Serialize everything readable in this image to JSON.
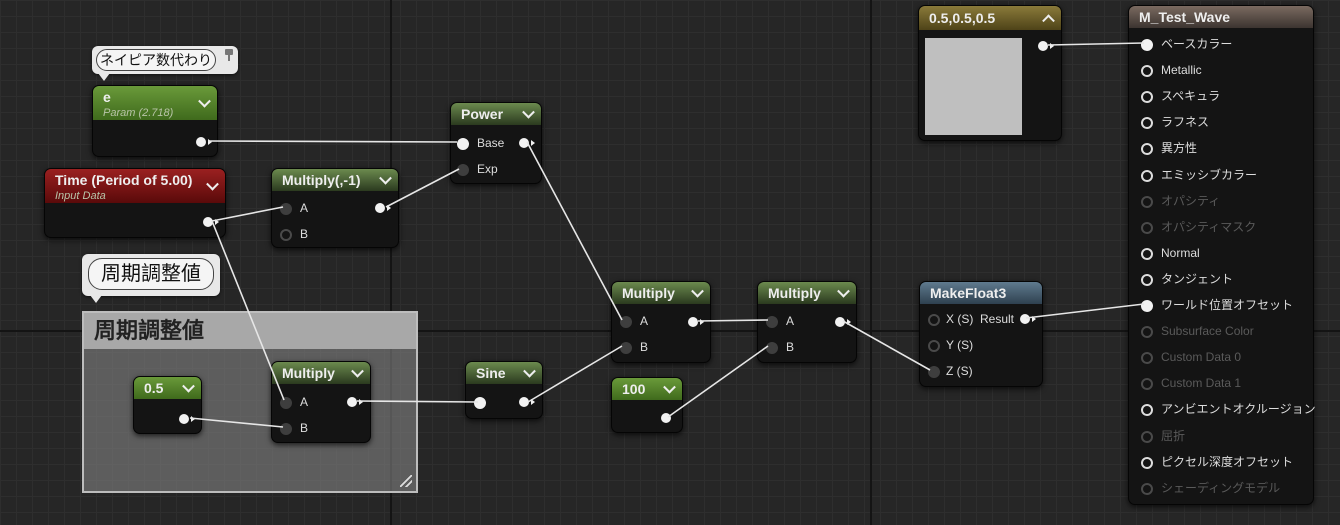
{
  "comments": {
    "napier_bubble": "ネイピア数代わり",
    "period_bubble": "周期調整値",
    "period_box_title": "周期調整値"
  },
  "nodes": {
    "e": {
      "title": "e",
      "subtitle": "Param (2.718)"
    },
    "time": {
      "title": "Time (Period of 5.00)",
      "subtitle": "Input Data"
    },
    "multiply_neg": {
      "title": "Multiply(,-1)",
      "pin_a": "A",
      "pin_b": "B"
    },
    "power": {
      "title": "Power",
      "pin_base": "Base",
      "pin_exp": "Exp"
    },
    "const_half": {
      "title": "0.5"
    },
    "multiply_period": {
      "title": "Multiply",
      "pin_a": "A",
      "pin_b": "B"
    },
    "sine": {
      "title": "Sine"
    },
    "multiply_1": {
      "title": "Multiply",
      "pin_a": "A",
      "pin_b": "B"
    },
    "const_100": {
      "title": "100"
    },
    "multiply_2": {
      "title": "Multiply",
      "pin_a": "A",
      "pin_b": "B"
    },
    "makefloat3": {
      "title": "MakeFloat3",
      "pin_x": "X (S)",
      "pin_y": "Y (S)",
      "pin_z": "Z (S)",
      "out_label": "Result"
    },
    "vector_const": {
      "title": "0.5,0.5,0.5",
      "swatch_color": "#bfbfbf"
    },
    "material": {
      "title": "M_Test_Wave",
      "pins": [
        {
          "label": "ベースカラー",
          "state": "connected"
        },
        {
          "label": "Metallic",
          "state": "active"
        },
        {
          "label": "スペキュラ",
          "state": "active"
        },
        {
          "label": "ラフネス",
          "state": "active"
        },
        {
          "label": "異方性",
          "state": "active"
        },
        {
          "label": "エミッシブカラー",
          "state": "active"
        },
        {
          "label": "オパシティ",
          "state": "disabled"
        },
        {
          "label": "オパシティマスク",
          "state": "disabled"
        },
        {
          "label": "Normal",
          "state": "active"
        },
        {
          "label": "タンジェント",
          "state": "active"
        },
        {
          "label": "ワールド位置オフセット",
          "state": "connected"
        },
        {
          "label": "Subsurface Color",
          "state": "disabled"
        },
        {
          "label": "Custom Data 0",
          "state": "disabled"
        },
        {
          "label": "Custom Data 1",
          "state": "disabled"
        },
        {
          "label": "アンビエントオクルージョン",
          "state": "active"
        },
        {
          "label": "屈折",
          "state": "disabled"
        },
        {
          "label": "ピクセル深度オフセット",
          "state": "active"
        },
        {
          "label": "シェーディングモデル",
          "state": "disabled"
        }
      ]
    }
  },
  "colors": {
    "wire": "#e6e6e6",
    "grid_bg": "#262626"
  }
}
